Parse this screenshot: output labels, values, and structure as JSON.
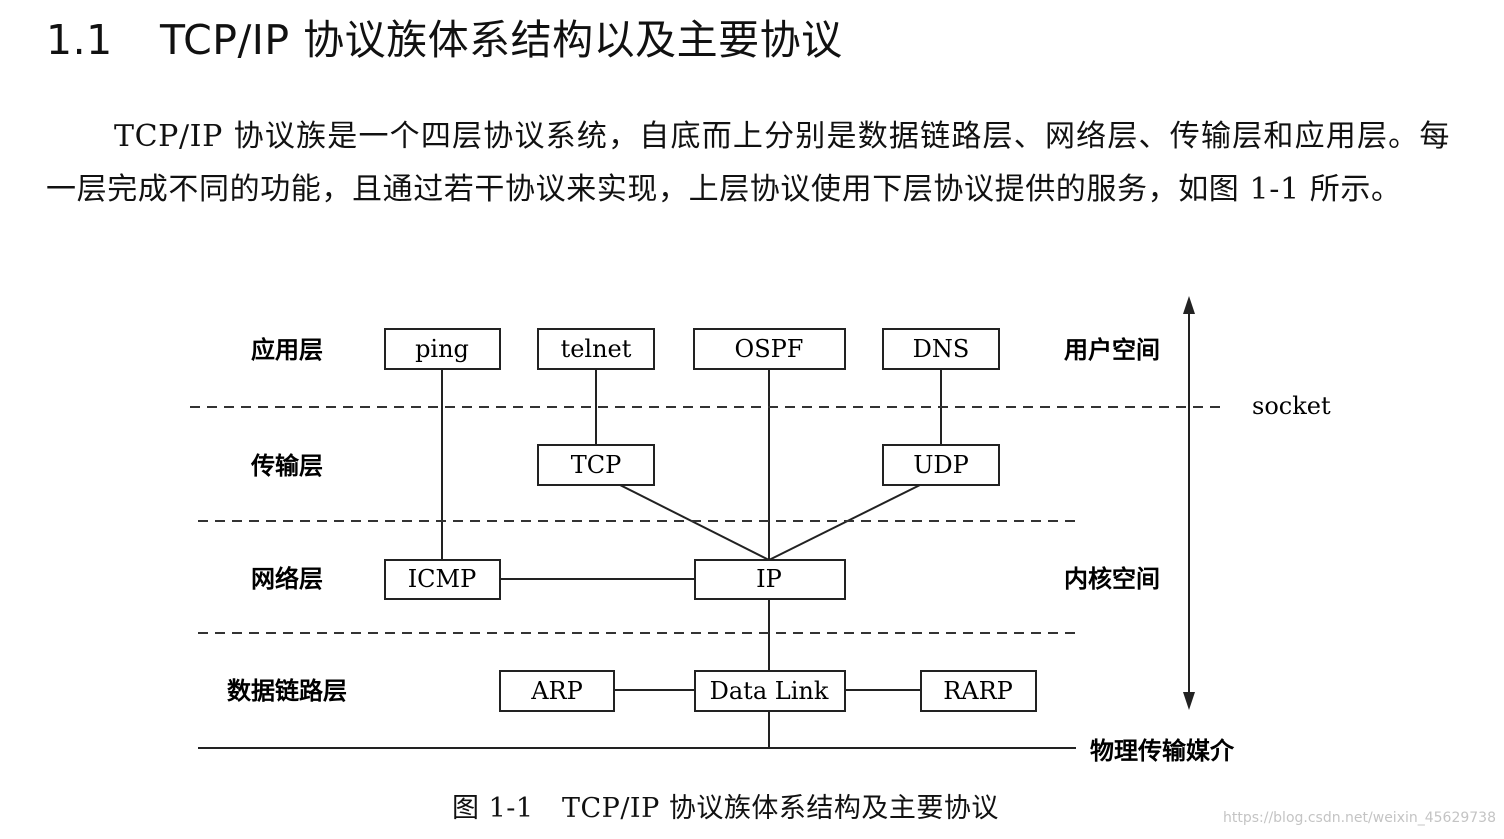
{
  "section": {
    "number": "1.1",
    "title": "TCP/IP 协议族体系结构以及主要协议"
  },
  "paragraph": "TCP/IP 协议族是一个四层协议系统，自底而上分别是数据链路层、网络层、传输层和应用层。每一层完成不同的功能，且通过若干协议来实现，上层协议使用下层协议提供的服务，如图 1-1 所示。",
  "diagram": {
    "layers": {
      "application": "应用层",
      "transport": "传输层",
      "network": "网络层",
      "datalink": "数据链路层"
    },
    "protocols": {
      "ping": "ping",
      "telnet": "telnet",
      "ospf": "OSPF",
      "dns": "DNS",
      "tcp": "TCP",
      "udp": "UDP",
      "icmp": "ICMP",
      "ip": "IP",
      "arp": "ARP",
      "datalink": "Data Link",
      "rarp": "RARP"
    },
    "labels": {
      "user_space": "用户空间",
      "kernel_space": "内核空间",
      "socket": "socket",
      "physical_medium": "物理传输媒介"
    }
  },
  "caption": {
    "figure": "图 1-1",
    "text": "TCP/IP 协议族体系结构及主要协议"
  },
  "watermark": "https://blog.csdn.net/weixin_45629738"
}
